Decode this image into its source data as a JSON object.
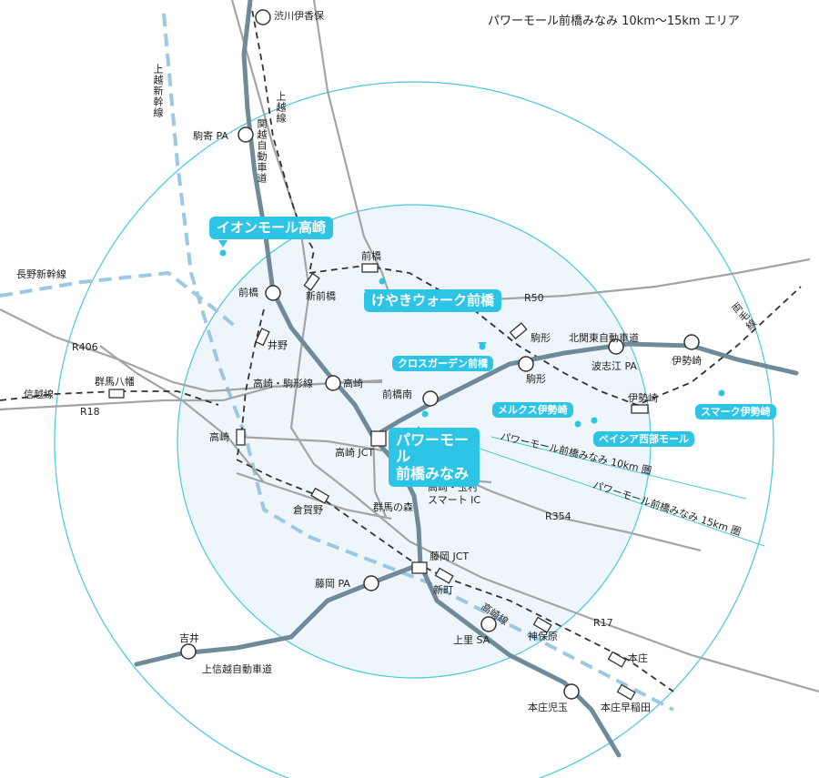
{
  "title": "パワーモール前橋みなみ 10km～15km エリア",
  "colors": {
    "accent": "#2ec4e6",
    "circle_stroke": "#46c9dd",
    "expressway": "#6f8a99",
    "road": "#a4a4a4",
    "rail": "#333333",
    "shinkansen": "#9cc8e2"
  },
  "labels": {
    "shibukawa": "渋川伊香保",
    "joetsu_line": "上越線",
    "joetsu_shinkansen": "上越新幹線",
    "kanetsu": "関越自動車道",
    "komayose_pa": "駒寄 PA",
    "maebashi_station": "前橋",
    "shin_maebashi": "新前橋",
    "maebashi_ic": "前橋",
    "nagano_shinkansen": "長野新幹線",
    "r406": "R406",
    "r50": "R50",
    "ino": "井野",
    "gunma_yawata": "群馬八幡",
    "shinetsu_line": "信越線",
    "r18": "R18",
    "takasaki_komagata_line": "高崎・駒形線",
    "takasaki_ic": "高崎",
    "komagata_ic": "駒形",
    "komagata_station": "駒形",
    "kitakanto": "北関東自動車道",
    "isesaki_ic": "伊勢崎",
    "hashie_pa": "波志江 PA",
    "ryomo_line": "両毛線",
    "isesaki_station": "伊勢崎",
    "maebashi_minami_ic": "前橋南",
    "takasaki_station": "高崎",
    "takasaki_jct": "高崎 JCT",
    "tamamura_ic": "高崎・玉村",
    "smart_ic": "スマート IC",
    "gunma_no_mori": "群馬の森",
    "kuragano": "倉賀野",
    "r354": "R354",
    "ring_10km": "パワーモール前橋みなみ 10km 圏",
    "ring_15km": "パワーモール前橋みなみ 15km 圏",
    "fujioka_jct": "藤岡 JCT",
    "fujioka_pa": "藤岡 PA",
    "shinmachi": "新町",
    "takasaki_line": "高崎線",
    "r17": "R17",
    "kamisato_sa": "上里 SA",
    "jinbohara": "神保原",
    "honjo": "本庄",
    "yoshii": "吉井",
    "joshinetsu": "上信越自動車道",
    "honjo_kodama": "本庄児玉",
    "honjo_waseda": "本庄早稲田"
  },
  "places": {
    "aeon_mall": "イオンモール高崎",
    "keyaki_walk": "けやきウォーク前橋",
    "cross_garden": "クロスガーデン前橋",
    "merx": "メルクス伊勢崎",
    "beisia": "ベイシア西部モール",
    "smark": "スマーク伊勢崎",
    "power_mall_line1": "パワーモール",
    "power_mall_line2": "前橋みなみ"
  }
}
